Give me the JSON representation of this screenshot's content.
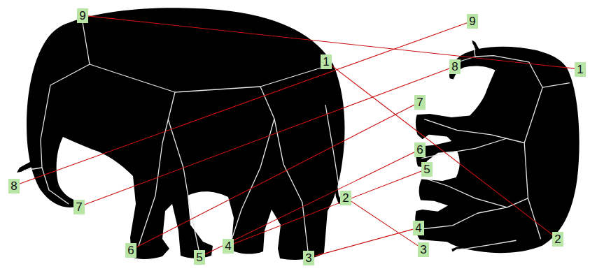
{
  "diagram": {
    "nodes": [
      {
        "text": [
          "1"
        ]
      },
      {
        "text": [
          "2"
        ]
      },
      {
        "text": [
          "3"
        ]
      },
      {
        "text": [
          "4"
        ]
      },
      {
        "text": [
          "5"
        ]
      },
      {
        "text": [
          "6"
        ]
      },
      {
        "text": [
          "7"
        ]
      },
      {
        "text": [
          "8"
        ]
      },
      {
        "text": [
          "9"
        ]
      },
      {
        "text": [
          "1"
        ]
      },
      {
        "text": [
          "2"
        ]
      },
      {
        "text": [
          "3"
        ]
      },
      {
        "text": [
          "4"
        ]
      },
      {
        "text": [
          "5"
        ]
      },
      {
        "text": [
          "6"
        ]
      },
      {
        "text": [
          "7"
        ]
      },
      {
        "text": [
          "8"
        ]
      },
      {
        "text": [
          "9"
        ]
      }
    ],
    "edges": [
      {
        "from": 0,
        "to": 10,
        "arrow": "none"
      },
      {
        "from": 1,
        "to": 11,
        "arrow": "none"
      },
      {
        "from": 2,
        "to": 12,
        "arrow": "none"
      },
      {
        "from": 3,
        "to": 13,
        "arrow": "none"
      },
      {
        "from": 4,
        "to": 14,
        "arrow": "none"
      },
      {
        "from": 5,
        "to": 15,
        "arrow": "none"
      },
      {
        "from": 6,
        "to": 16,
        "arrow": "none"
      },
      {
        "from": 7,
        "to": 17,
        "arrow": "none"
      },
      {
        "from": 8,
        "to": 9,
        "arrow": "none"
      }
    ]
  }
}
